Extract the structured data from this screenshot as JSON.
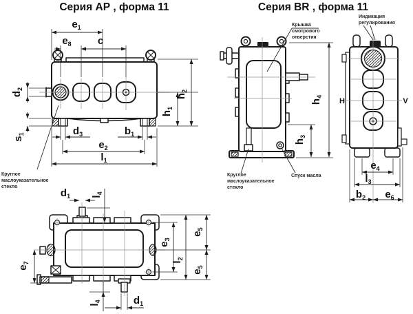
{
  "titles": {
    "ap": "Серия АР , форма 11",
    "br": "Серия BR , форма 11"
  },
  "labels": {
    "e1": {
      "main": "e",
      "sub": "1"
    },
    "e8": {
      "main": "e",
      "sub": "8"
    },
    "c": {
      "main": "c",
      "sub": ""
    },
    "d2": {
      "main": "d",
      "sub": "2"
    },
    "h1": {
      "main": "h",
      "sub": "1"
    },
    "h2": {
      "main": "h",
      "sub": "2"
    },
    "s1": {
      "main": "s",
      "sub": "1"
    },
    "d3": {
      "main": "d",
      "sub": "3"
    },
    "b1": {
      "main": "b",
      "sub": "1"
    },
    "e2": {
      "main": "e",
      "sub": "2"
    },
    "l1": {
      "main": "l",
      "sub": "1"
    },
    "d1": {
      "main": "d",
      "sub": "1"
    },
    "l4": {
      "main": "l",
      "sub": "4"
    },
    "e7": {
      "main": "e",
      "sub": "7"
    },
    "e3": {
      "main": "e",
      "sub": "3"
    },
    "l2": {
      "main": "l",
      "sub": "2"
    },
    "e5": {
      "main": "e",
      "sub": "5"
    },
    "h4": {
      "main": "h",
      "sub": "4"
    },
    "h3": {
      "main": "h",
      "sub": "3"
    },
    "H": {
      "main": "Н",
      "sub": ""
    },
    "V": {
      "main": "V",
      "sub": ""
    },
    "e4": {
      "main": "e",
      "sub": "4"
    },
    "l3": {
      "main": "l",
      "sub": "3"
    },
    "b2": {
      "main": "b",
      "sub": "2"
    },
    "e6": {
      "main": "e",
      "sub": "6"
    }
  },
  "annotations": {
    "ap_sight_glass": {
      "lines": [
        "Круглое",
        "маслоуказательное",
        "стекло"
      ]
    },
    "br_cover": {
      "lines": [
        "Крышка",
        "смотрового",
        "отверстия"
      ]
    },
    "br_indication": {
      "lines": [
        "Индикация",
        "регулирования"
      ]
    },
    "br_sight_glass": {
      "lines": [
        "Круглое",
        "маслоуказательное",
        "стекло"
      ]
    },
    "br_drain": {
      "lines": [
        "Спуск масла"
      ]
    }
  },
  "colors": {
    "line": "#1c1c1c",
    "centerline": "#8f8f8f",
    "background": "#ffffff"
  }
}
